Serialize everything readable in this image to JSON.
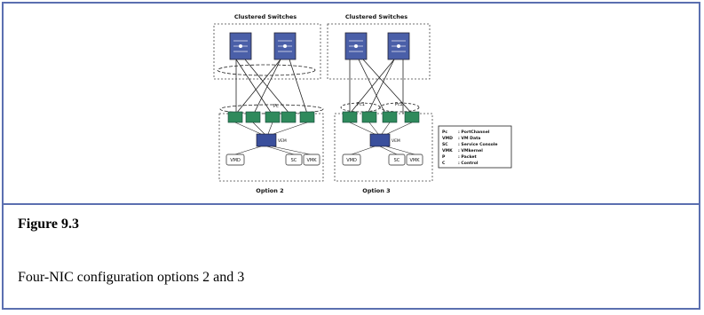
{
  "figure": {
    "title": "Figure 9.3",
    "caption": "Four-NIC configuration options 2 and 3"
  },
  "diagram": {
    "option2": {
      "header": "Clustered Switches",
      "label": "Option 2",
      "pc_label": "Pc",
      "vem_label": "VEM",
      "vm_labels": [
        "VMD",
        "SC",
        "VMK"
      ]
    },
    "option3": {
      "header": "Clustered Switches",
      "label": "Option 3",
      "pc_labels": [
        "Pc1",
        "Pc2"
      ],
      "vem_label": "VEM",
      "vm_labels": [
        "VMD",
        "SC",
        "VMK"
      ]
    },
    "legend": [
      {
        "key": "Pc",
        "value": ": PortChannel"
      },
      {
        "key": "VMD",
        "value": ": VM Data"
      },
      {
        "key": "SC",
        "value": ": Service Console"
      },
      {
        "key": "VMK",
        "value": ": VMkernel"
      },
      {
        "key": "P",
        "value": ": Packet"
      },
      {
        "key": "C",
        "value": ": Control"
      }
    ]
  },
  "colors": {
    "border": "#5b6fb0",
    "switch": "#4a5fa8",
    "nic": "#2f8a5c",
    "vem": "#3a4f9c"
  }
}
